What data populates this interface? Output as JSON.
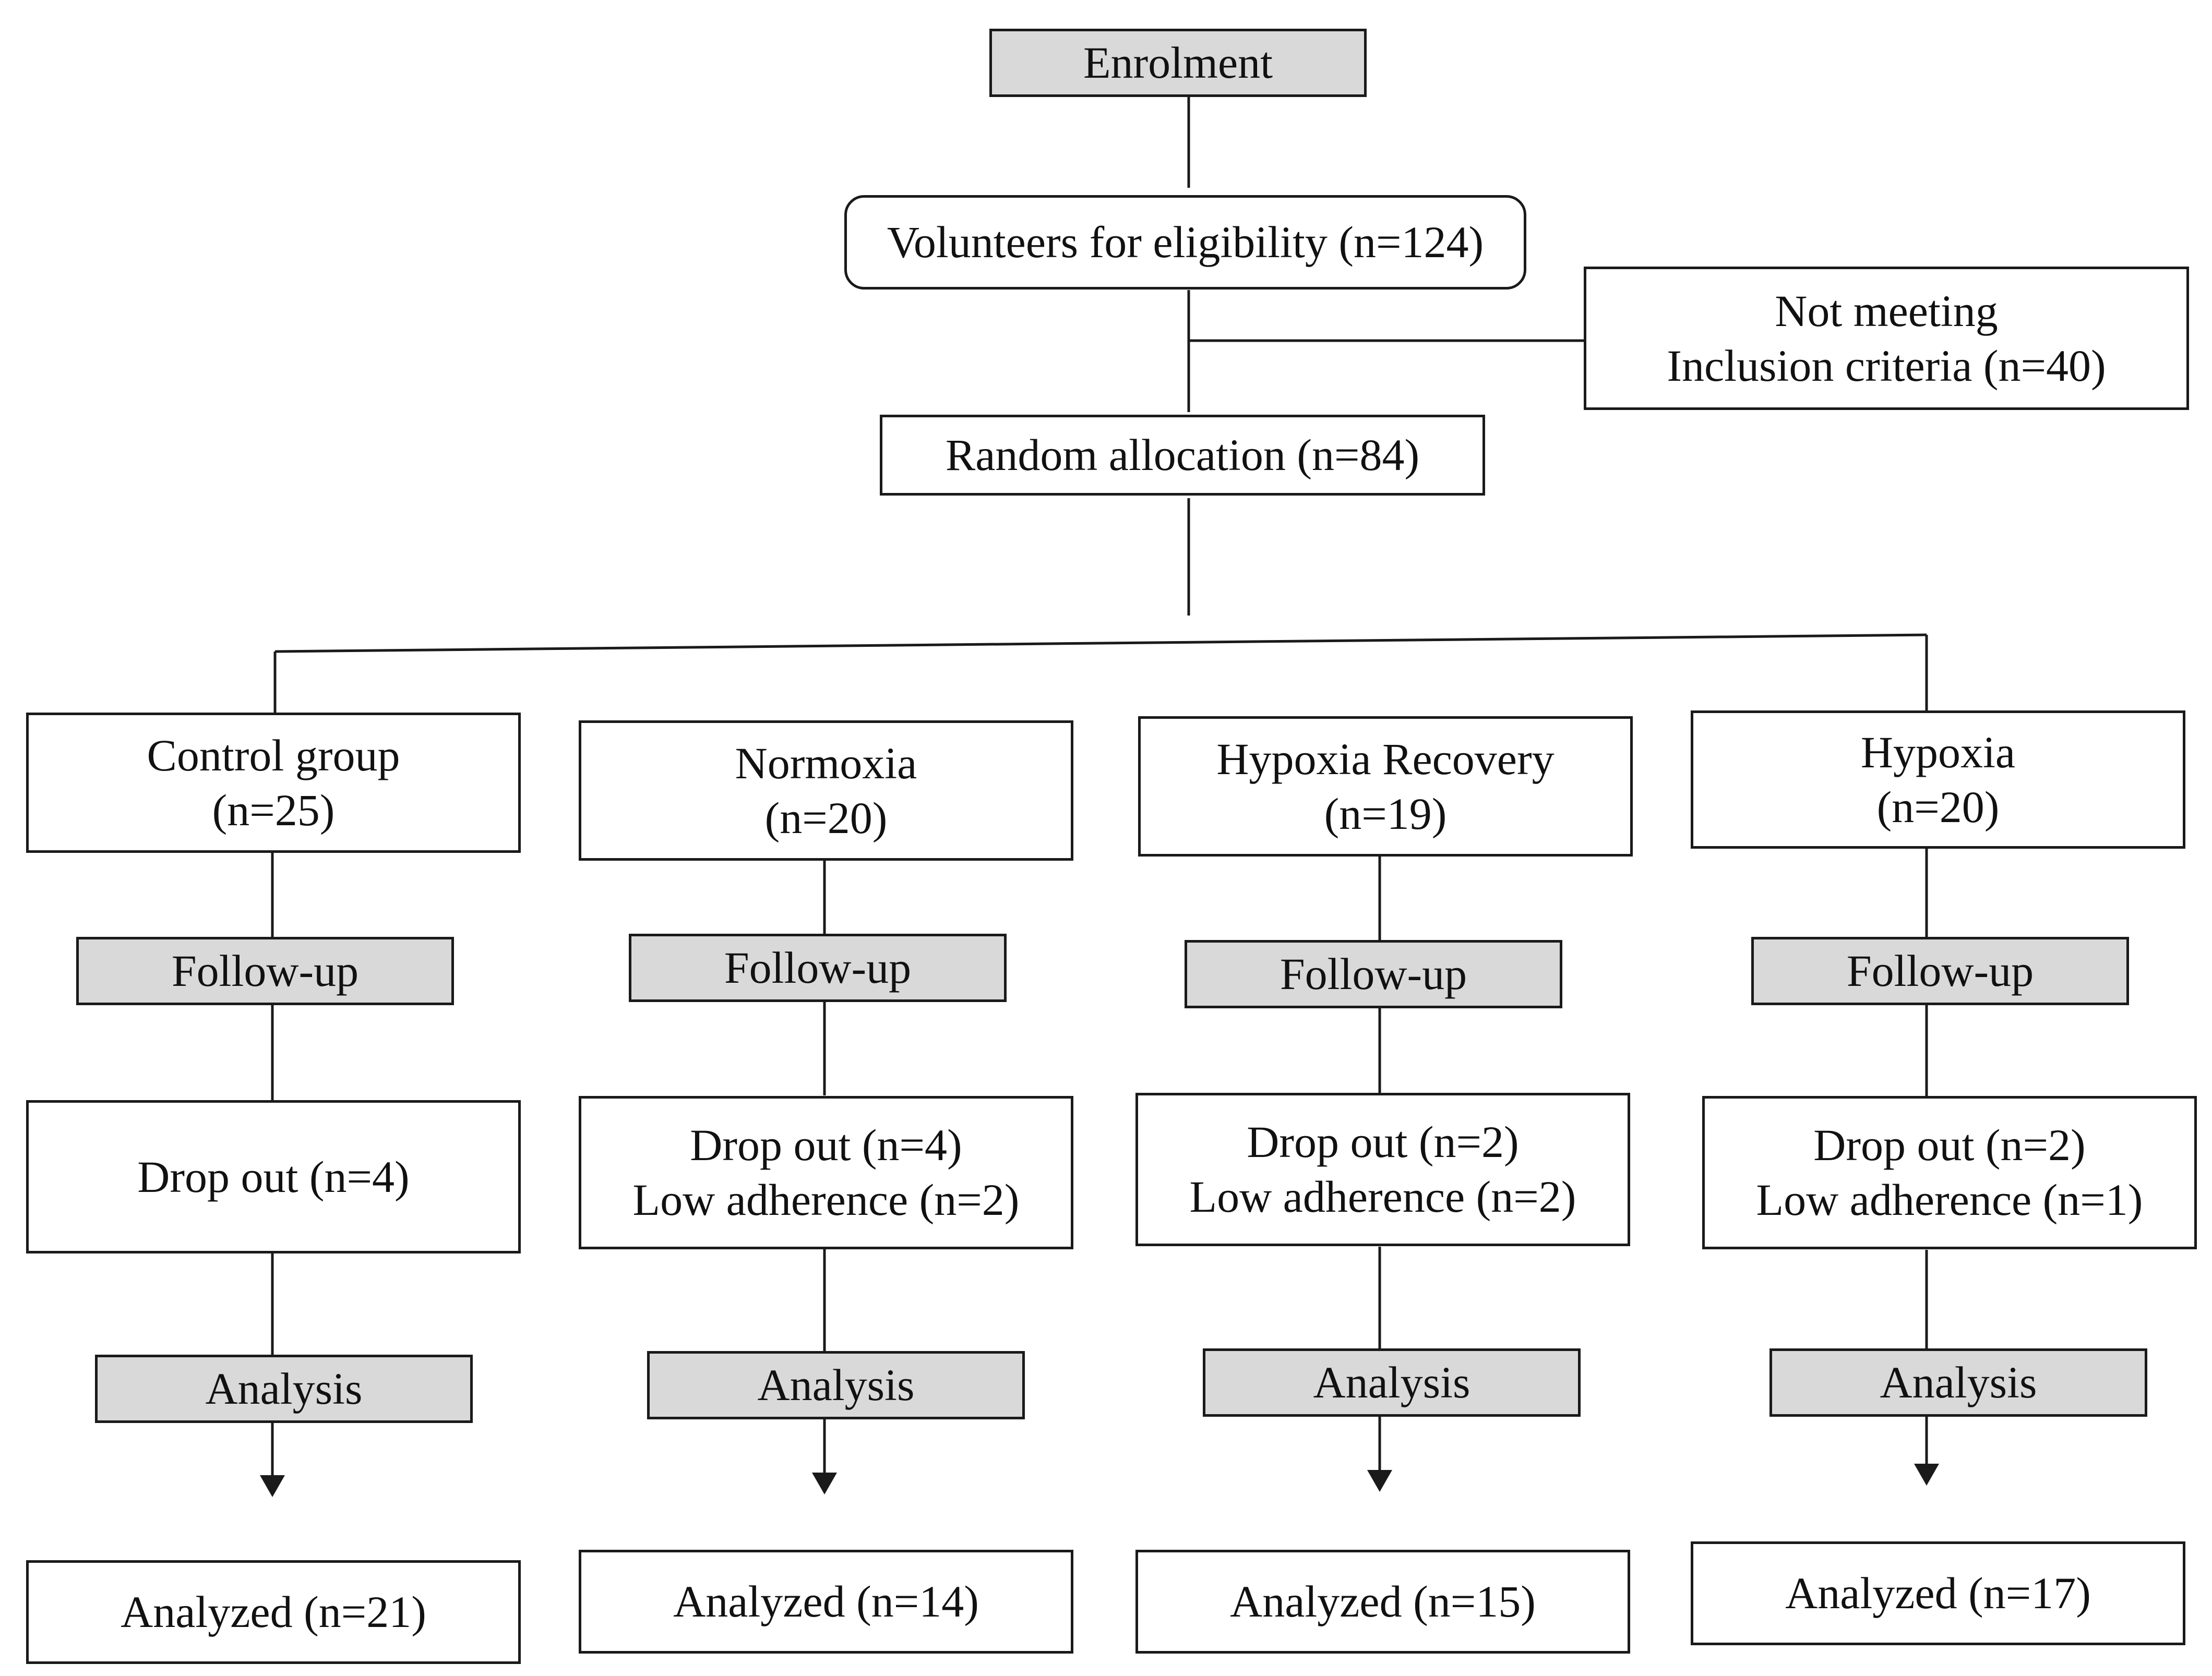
{
  "enrolment": {
    "label": "Enrolment"
  },
  "screening": {
    "label": "Volunteers for eligibility (n=124)"
  },
  "excluded": {
    "line1": "Not meeting",
    "line2": "Inclusion criteria (n=40)"
  },
  "allocation": {
    "label": "Random allocation  (n=84)"
  },
  "groups": [
    {
      "name": "Control group",
      "count": "(n=25)",
      "followup": "Follow-up",
      "loss_line1": "Drop out (n=4)",
      "loss_line2": "",
      "analysis": "Analysis",
      "analyzed": "Analyzed (n=21)"
    },
    {
      "name": "Normoxia",
      "count": "(n=20)",
      "followup": "Follow-up",
      "loss_line1": "Drop out (n=4)",
      "loss_line2": "Low adherence (n=2)",
      "analysis": "Analysis",
      "analyzed": "Analyzed (n=14)"
    },
    {
      "name": "Hypoxia Recovery",
      "count": "(n=19)",
      "followup": "Follow-up",
      "loss_line1": "Drop out (n=2)",
      "loss_line2": "Low adherence (n=2)",
      "analysis": "Analysis",
      "analyzed": "Analyzed (n=15)"
    },
    {
      "name": "Hypoxia",
      "count": "(n=20)",
      "followup": "Follow-up",
      "loss_line1": "Drop out (n=2)",
      "loss_line2": "Low adherence (n=1)",
      "analysis": "Analysis",
      "analyzed": "Analyzed (n=17)"
    }
  ]
}
